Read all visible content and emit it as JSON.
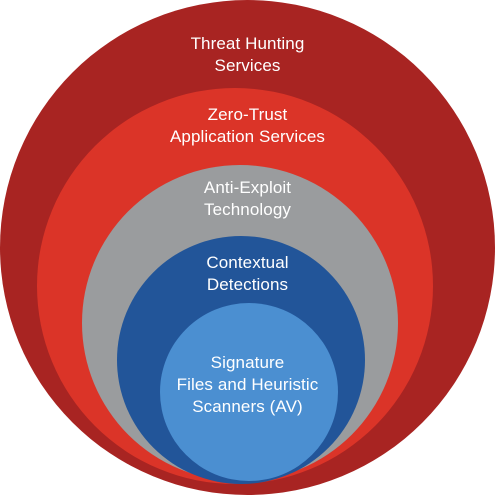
{
  "layers": [
    {
      "lines": [
        "Threat Hunting",
        "Services"
      ],
      "color": "#a82422"
    },
    {
      "lines": [
        "Zero-Trust",
        "Application Services"
      ],
      "color": "#db3428"
    },
    {
      "lines": [
        "Anti-Exploit",
        "Technology"
      ],
      "color": "#9a9c9e"
    },
    {
      "lines": [
        "Contextual",
        "Detections"
      ],
      "color": "#225599"
    },
    {
      "lines": [
        "Signature",
        "Files and Heuristic",
        "Scanners (AV)"
      ],
      "color": "#4b8fd1"
    }
  ]
}
